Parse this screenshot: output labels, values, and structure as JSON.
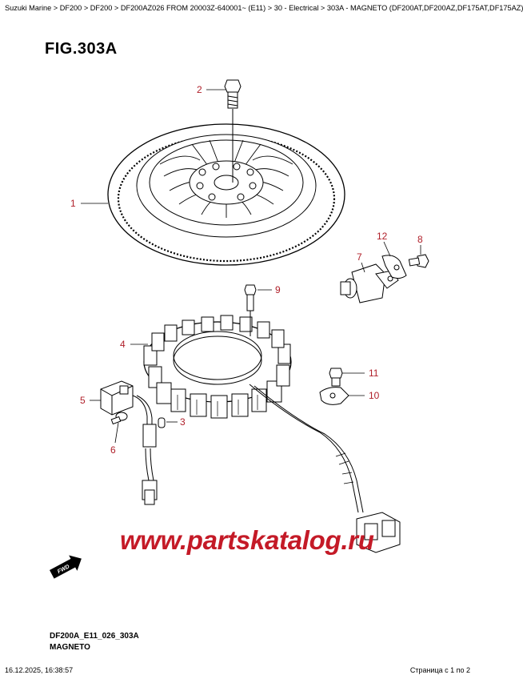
{
  "breadcrumb": {
    "items": [
      "Suzuki Marine",
      "DF200",
      "DF200",
      "DF200AZ026 FROM 20003Z-640001~ (E11)",
      "30 - Electrical",
      "303A - MAGNETO (DF200AT,DF200AZ,DF175AT,DF175AZ)"
    ],
    "separator": " > "
  },
  "figure": {
    "title": "FIG.303A",
    "code": "DF200A_E11_026_303A",
    "caption": "MAGNETO",
    "fwd": "FWD"
  },
  "callouts": [
    "1",
    "2",
    "3",
    "4",
    "5",
    "6",
    "7",
    "8",
    "9",
    "10",
    "11",
    "12"
  ],
  "watermark": "www.partskatalog.ru",
  "footer": {
    "timestamp": "16.12.2025, 16:38:57",
    "page": "Страница с 1 по 2"
  },
  "colors": {
    "callout": "#b0202a",
    "watermark": "#c41a27",
    "line": "#000000"
  }
}
